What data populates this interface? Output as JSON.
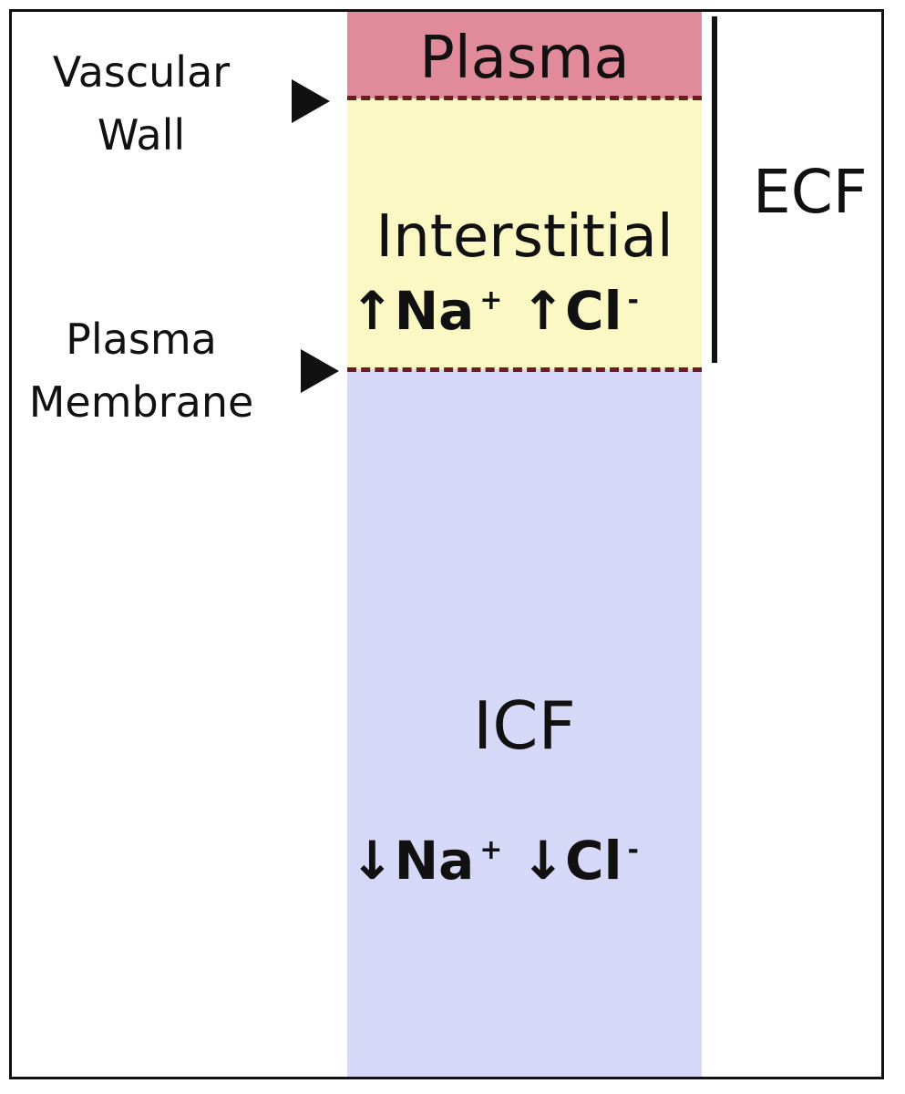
{
  "compartments": {
    "plasma": {
      "title": "Plasma",
      "color": "#e08a9a"
    },
    "interstitial": {
      "title": "Interstitial",
      "color": "#fcf8c4",
      "ions": [
        {
          "arrow": "↑",
          "symbol": "Na",
          "charge": "+"
        },
        {
          "arrow": "↑",
          "symbol": "Cl",
          "charge": "-"
        }
      ]
    },
    "icf": {
      "title": "ICF",
      "color": "#d6d8f8",
      "ions": [
        {
          "arrow": "↓",
          "symbol": "Na",
          "charge": "+"
        },
        {
          "arrow": "↓",
          "symbol": "Cl",
          "charge": "-"
        }
      ]
    }
  },
  "boundaries": {
    "vascular_wall": {
      "line1": "Vascular",
      "line2": "Wall"
    },
    "plasma_membrane": {
      "line1": "Plasma",
      "line2": "Membrane"
    },
    "dash_color": "#6b1d22"
  },
  "ecf_label": "ECF"
}
